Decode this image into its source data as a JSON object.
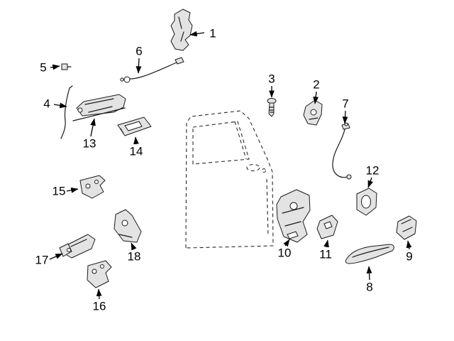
{
  "theme": {
    "background": "#ffffff",
    "line_color": "#000000",
    "part_fill": "#e3e3e3"
  },
  "diagram": {
    "kind": "exploded-parts-diagram",
    "subject": "rear door lock and handle hardware (dashed door outline in center)"
  },
  "callouts": [
    {
      "num": "1"
    },
    {
      "num": "2"
    },
    {
      "num": "3"
    },
    {
      "num": "4"
    },
    {
      "num": "5"
    },
    {
      "num": "6"
    },
    {
      "num": "7"
    },
    {
      "num": "8"
    },
    {
      "num": "9"
    },
    {
      "num": "10"
    },
    {
      "num": "11"
    },
    {
      "num": "12"
    },
    {
      "num": "13"
    },
    {
      "num": "14"
    },
    {
      "num": "15"
    },
    {
      "num": "16"
    },
    {
      "num": "17"
    },
    {
      "num": "18"
    }
  ]
}
